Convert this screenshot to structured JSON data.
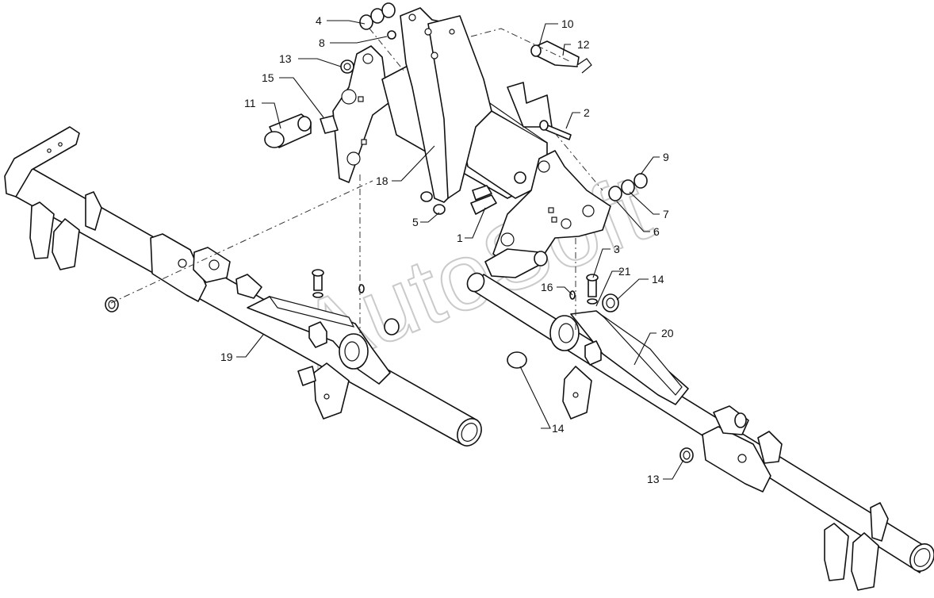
{
  "watermark": "AutoSoft",
  "callouts": [
    {
      "id": "c4",
      "text": "4"
    },
    {
      "id": "c8",
      "text": "8"
    },
    {
      "id": "c13a",
      "text": "13"
    },
    {
      "id": "c15",
      "text": "15"
    },
    {
      "id": "c11",
      "text": "11"
    },
    {
      "id": "c10",
      "text": "10"
    },
    {
      "id": "c12",
      "text": "12"
    },
    {
      "id": "c2",
      "text": "2"
    },
    {
      "id": "c9",
      "text": "9"
    },
    {
      "id": "c7",
      "text": "7"
    },
    {
      "id": "c6",
      "text": "6"
    },
    {
      "id": "c18",
      "text": "18"
    },
    {
      "id": "c5",
      "text": "5"
    },
    {
      "id": "c1",
      "text": "1"
    },
    {
      "id": "c3",
      "text": "3"
    },
    {
      "id": "c21",
      "text": "21"
    },
    {
      "id": "c14a",
      "text": "14"
    },
    {
      "id": "c16",
      "text": "16"
    },
    {
      "id": "c20",
      "text": "20"
    },
    {
      "id": "c19",
      "text": "19"
    },
    {
      "id": "c14b",
      "text": "14"
    },
    {
      "id": "c13b",
      "text": "13"
    }
  ]
}
